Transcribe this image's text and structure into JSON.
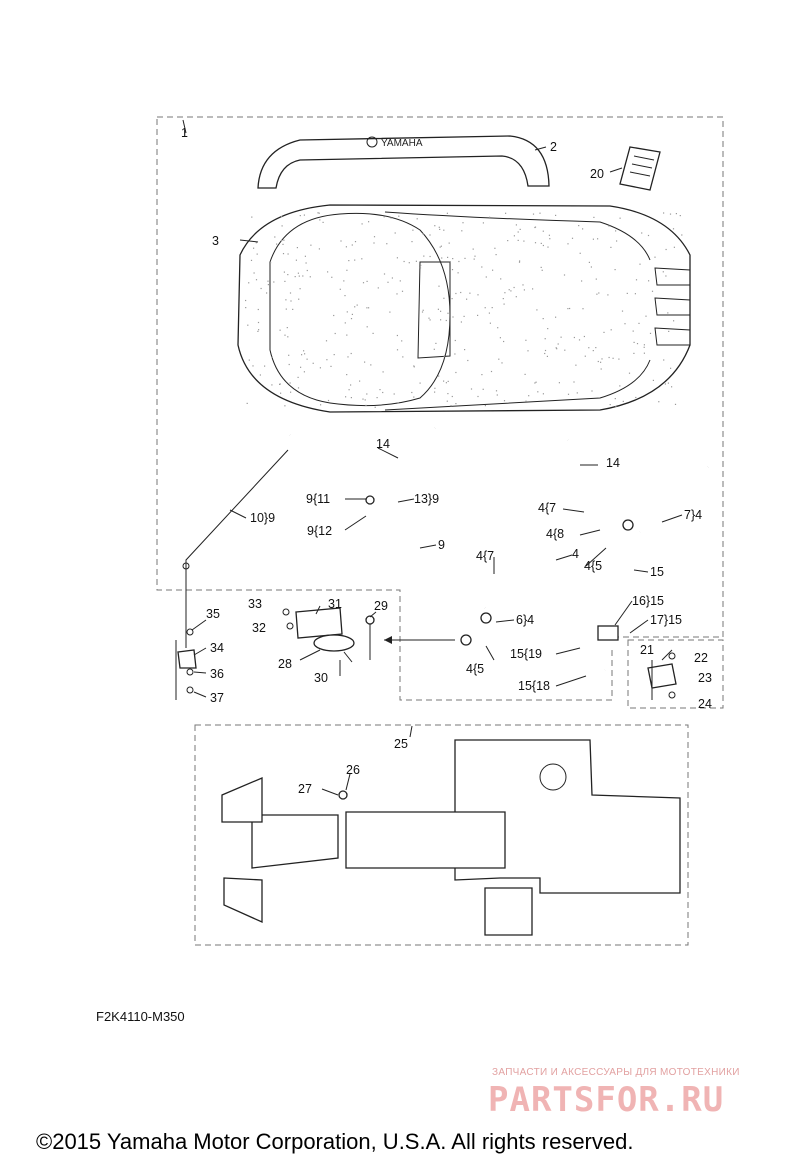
{
  "diagram": {
    "callouts": [
      {
        "id": "c1",
        "text": "1"
      },
      {
        "id": "c2",
        "text": "2"
      },
      {
        "id": "c3",
        "text": "3"
      },
      {
        "id": "c20",
        "text": "20"
      },
      {
        "id": "c14a",
        "text": "14"
      },
      {
        "id": "c14b",
        "text": "14"
      },
      {
        "id": "c10_9",
        "text": "10}9"
      },
      {
        "id": "c9_11",
        "text": "9{11"
      },
      {
        "id": "c13_9",
        "text": "13}9"
      },
      {
        "id": "c9_12",
        "text": "9{12"
      },
      {
        "id": "c9",
        "text": "9"
      },
      {
        "id": "c4_7a",
        "text": "4{7"
      },
      {
        "id": "c7_4",
        "text": "7}4"
      },
      {
        "id": "c4_8",
        "text": "4{8"
      },
      {
        "id": "c4_5a",
        "text": "4{5"
      },
      {
        "id": "c4",
        "text": "4"
      },
      {
        "id": "c15",
        "text": "15"
      },
      {
        "id": "c4_7b",
        "text": "4{7"
      },
      {
        "id": "c16_15",
        "text": "16}15"
      },
      {
        "id": "c6_4",
        "text": "6}4"
      },
      {
        "id": "c17_15",
        "text": "17}15"
      },
      {
        "id": "c15_19",
        "text": "15{19"
      },
      {
        "id": "c4_5b",
        "text": "4{5"
      },
      {
        "id": "c15_18",
        "text": "15{18"
      },
      {
        "id": "c21",
        "text": "21"
      },
      {
        "id": "c22",
        "text": "22"
      },
      {
        "id": "c23",
        "text": "23"
      },
      {
        "id": "c24",
        "text": "24"
      },
      {
        "id": "c33",
        "text": "33"
      },
      {
        "id": "c31",
        "text": "31"
      },
      {
        "id": "c29",
        "text": "29"
      },
      {
        "id": "c32",
        "text": "32"
      },
      {
        "id": "c35",
        "text": "35"
      },
      {
        "id": "c34",
        "text": "34"
      },
      {
        "id": "c28",
        "text": "28"
      },
      {
        "id": "c36",
        "text": "36"
      },
      {
        "id": "c30",
        "text": "30"
      },
      {
        "id": "c37",
        "text": "37"
      },
      {
        "id": "c25",
        "text": "25"
      },
      {
        "id": "c26",
        "text": "26"
      },
      {
        "id": "c27",
        "text": "27"
      }
    ],
    "logo_text": "YAMAHA"
  },
  "footer": {
    "drawing_code": "F2K4110-M350",
    "brand_tagline": "ЗАПЧАСТИ И АКСЕССУАРЫ ДЛЯ МОТОТЕХНИКИ",
    "brand_logo": "PARTSFOR.RU",
    "copyright": "©2015 Yamaha Motor Corporation, U.S.A. All rights reserved."
  },
  "colors": {
    "line": "#222222",
    "dashed_box": "#777777",
    "watermark": "#f0b4b4"
  }
}
